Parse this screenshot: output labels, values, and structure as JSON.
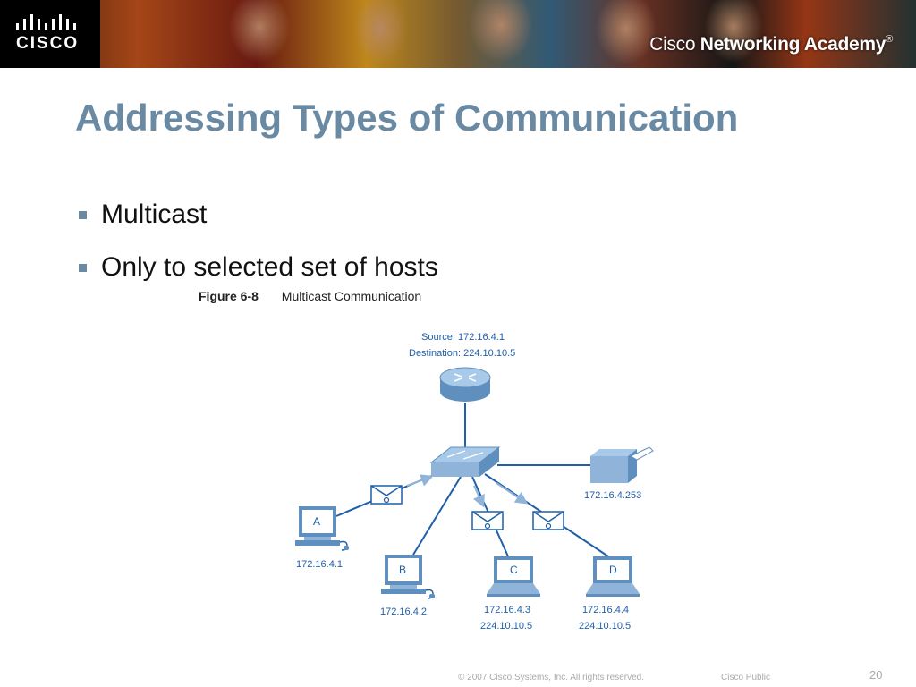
{
  "header": {
    "logo_text": "CISCO",
    "academy_prefix": "Cisco",
    "academy_suffix": "Networking Academy",
    "trademark": "®"
  },
  "slide": {
    "title": "Addressing Types of Communication",
    "bullets": [
      "Multicast",
      "Only to selected set of hosts"
    ]
  },
  "figure": {
    "number": "Figure 6-8",
    "caption": "Multicast Communication",
    "source_label": "Source: 172.16.4.1",
    "destination_label": "Destination: 224.10.10.5",
    "printer_ip": "172.16.4.253",
    "hosts": [
      {
        "letter": "A",
        "ip": "172.16.4.1",
        "group": ""
      },
      {
        "letter": "B",
        "ip": "172.16.4.2",
        "group": ""
      },
      {
        "letter": "C",
        "ip": "172.16.4.3",
        "group": "224.10.10.5"
      },
      {
        "letter": "D",
        "ip": "172.16.4.4",
        "group": "224.10.10.5"
      }
    ]
  },
  "footer": {
    "copyright": "© 2007 Cisco Systems, Inc. All rights reserved.",
    "classification": "Cisco Public",
    "page_number": "20"
  },
  "colors": {
    "title": "#6a8aa3",
    "diagram_blue": "#1f5fa8",
    "device_fill": "#8fb3d9"
  }
}
